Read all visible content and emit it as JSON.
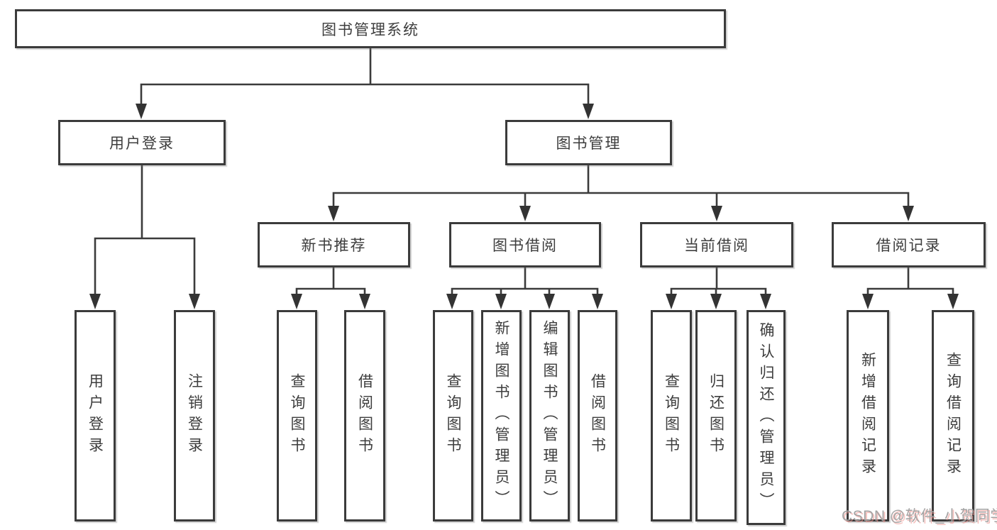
{
  "diagram": {
    "root": {
      "label": "图书管理系统"
    },
    "level2": [
      {
        "label": "用户登录"
      },
      {
        "label": "图书管理"
      }
    ],
    "level3": [
      {
        "label": "新书推荐"
      },
      {
        "label": "图书借阅"
      },
      {
        "label": "当前借阅"
      },
      {
        "label": "借阅记录"
      }
    ],
    "leaves": [
      {
        "label": "用户登录"
      },
      {
        "label": "注销登录"
      },
      {
        "label": "查询图书"
      },
      {
        "label": "借阅图书"
      },
      {
        "label": "查询图书"
      },
      {
        "label": "新增图书（管理员）"
      },
      {
        "label": "编辑图书（管理员）"
      },
      {
        "label": "借阅图书"
      },
      {
        "label": "查询图书"
      },
      {
        "label": "归还图书"
      },
      {
        "label": "确认归还（管理员）"
      },
      {
        "label": "新增借阅记录"
      },
      {
        "label": "查询借阅记录"
      }
    ]
  },
  "watermark": {
    "text": "CSDN @软件_小贺同学"
  },
  "colors": {
    "line": "#3b3b3b",
    "text": "#3d3d3d",
    "background": "#ffffff",
    "watermark": "#a3a3a3",
    "watermark_shadow": "#ee9691"
  }
}
